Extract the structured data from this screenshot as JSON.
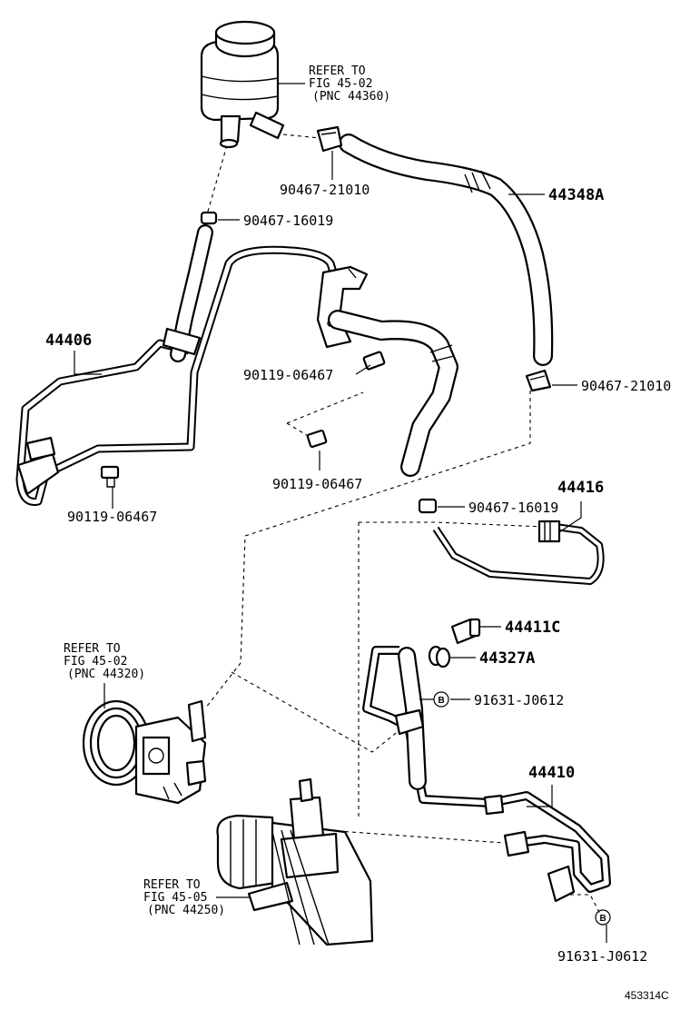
{
  "refs": {
    "reservoir": {
      "line1": "REFER TO",
      "line2": "FIG 45-02",
      "line3": "(PNC 44360)"
    },
    "pump": {
      "line1": "REFER TO",
      "line2": "FIG 45-02",
      "line3": "(PNC 44320)"
    },
    "gear": {
      "line1": "REFER TO",
      "line2": "FIG 45-05",
      "line3": "(PNC 44250)"
    }
  },
  "labels": {
    "clamp_top": "90467-21010",
    "hose_return": "44348A",
    "clamp_small_top": "90467-16019",
    "tube_44406": "44406",
    "bolt_upper": "90119-06467",
    "clamp_right": "90467-21010",
    "bolt_middle": "90119-06467",
    "bolt_left": "90119-06467",
    "tube_44416": "44416",
    "clamp_small_mid": "90467-16019",
    "union_bolt": "44411C",
    "gasket": "44327A",
    "clamp_b_upper": "91631-J0612",
    "tube_44410": "44410",
    "clamp_b_lower": "91631-J0612",
    "b_marker": "B",
    "figure_code": "453314C"
  }
}
